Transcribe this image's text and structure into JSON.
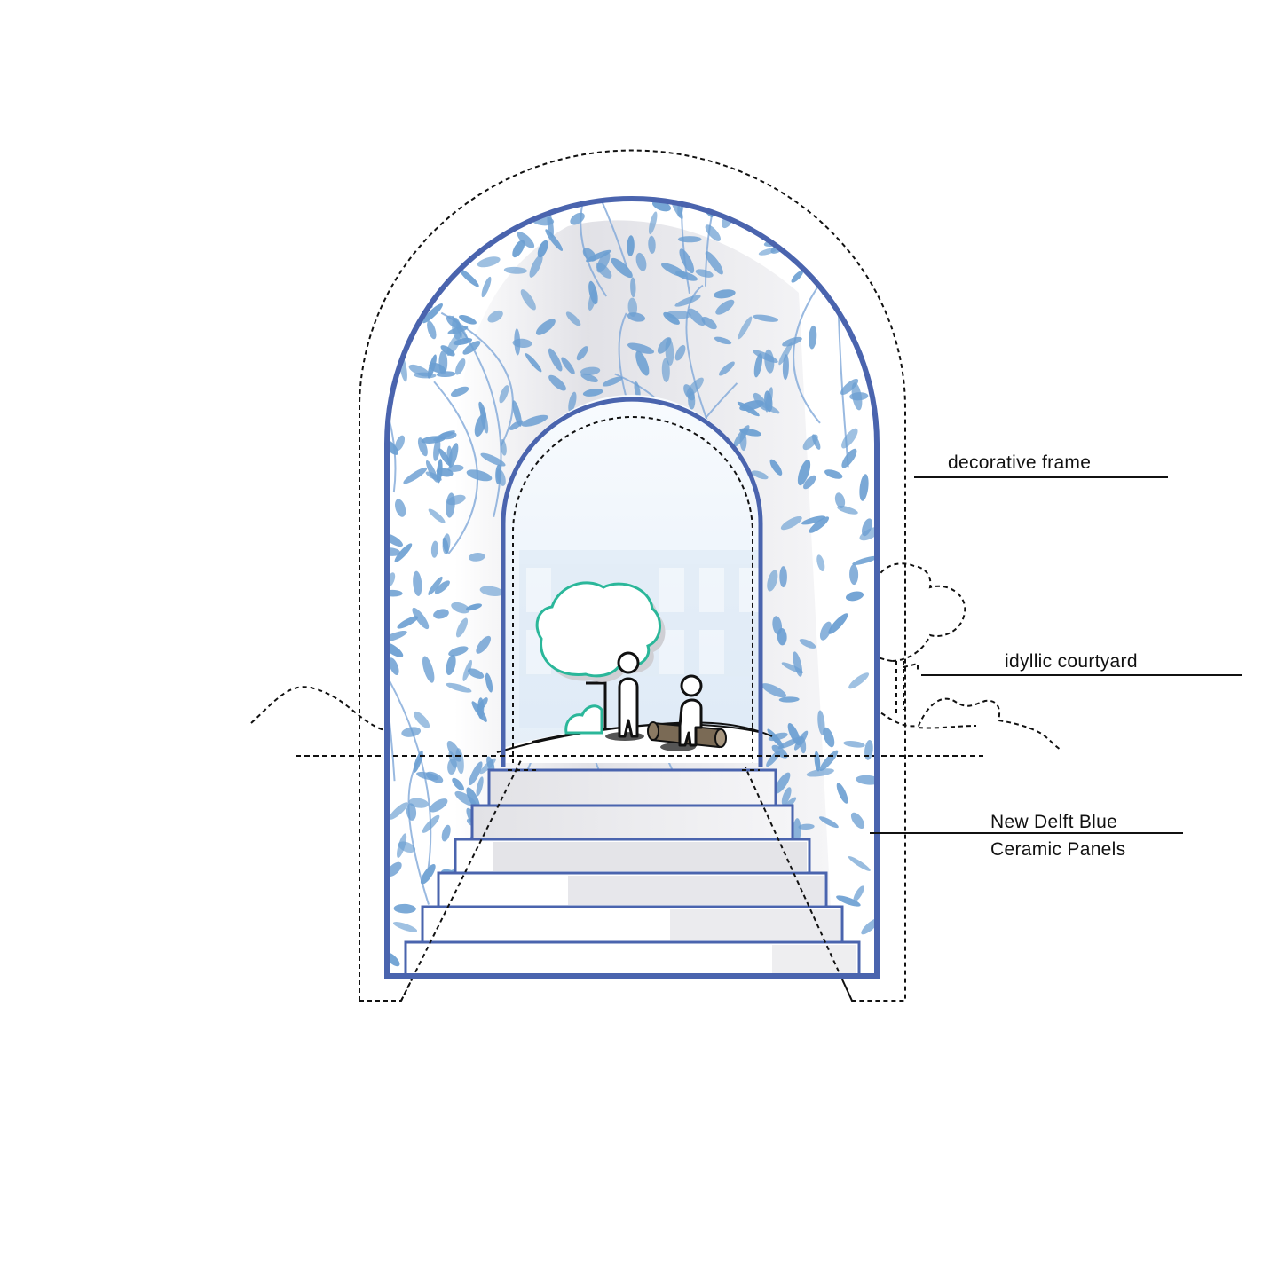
{
  "annotations": {
    "decorative_frame": "decorative frame",
    "idyllic_courtyard": "idyllic courtyard",
    "ceramic_panels_line1": "New Delft Blue",
    "ceramic_panels_line2": "Ceramic Panels"
  },
  "colors": {
    "arch_outline": "#4a64ae",
    "leaf_fill": "#6c9fd2",
    "leaf_stroke": "#7fa8d8",
    "shadow_grey": "#d8d8de",
    "sky": "#e9f1f9",
    "tree_outline": "#2bb79a",
    "figure_outline": "#111111",
    "log_brown": "#7a6a55",
    "dashed": "#111111"
  },
  "icons": [
    "tree-icon",
    "person-standing-icon",
    "person-sitting-icon",
    "log-bench-icon",
    "bush-icon",
    "cloud-tree-icon"
  ]
}
